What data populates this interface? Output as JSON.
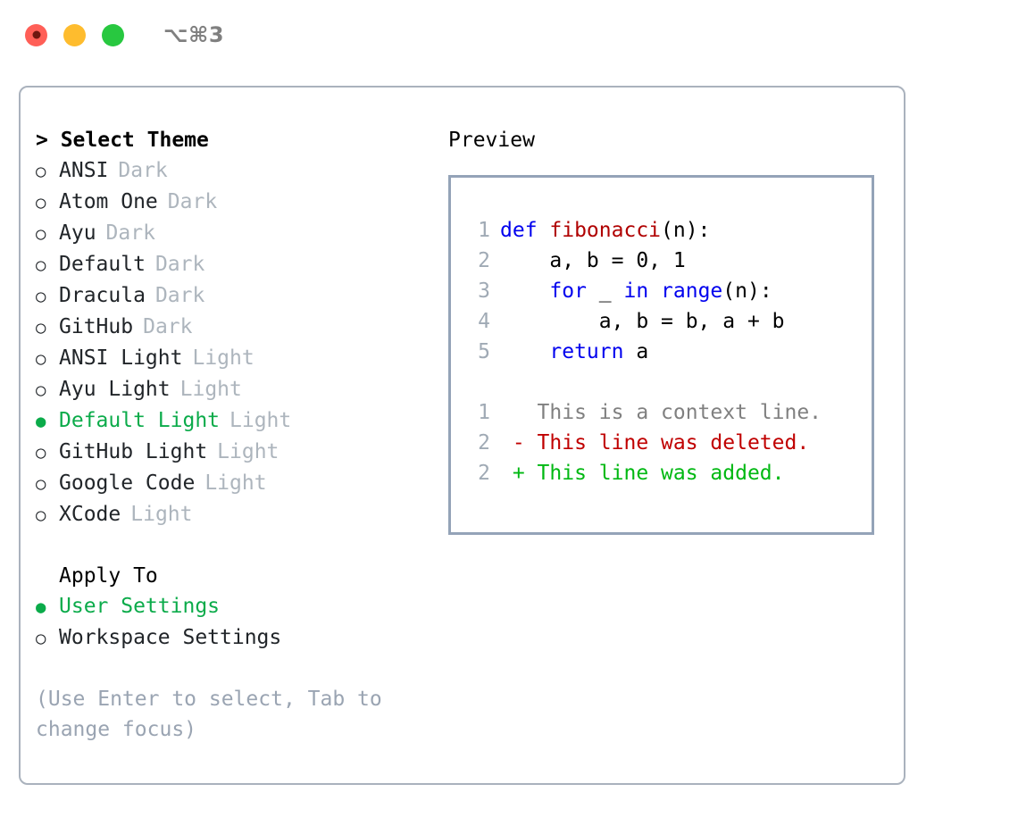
{
  "titlebar": {
    "shortcut": "⌥⌘3",
    "dots": [
      {
        "name": "close",
        "color": "#ff5f57"
      },
      {
        "name": "minimize",
        "color": "#febc2e"
      },
      {
        "name": "maximize",
        "color": "#28c840"
      }
    ]
  },
  "theme_section": {
    "header": "> Select Theme",
    "items": [
      {
        "marker": "○",
        "name": "ANSI",
        "tag": "Dark",
        "selected": false
      },
      {
        "marker": "○",
        "name": "Atom One",
        "tag": "Dark",
        "selected": false
      },
      {
        "marker": "○",
        "name": "Ayu",
        "tag": "Dark",
        "selected": false
      },
      {
        "marker": "○",
        "name": "Default",
        "tag": "Dark",
        "selected": false
      },
      {
        "marker": "○",
        "name": "Dracula",
        "tag": "Dark",
        "selected": false
      },
      {
        "marker": "○",
        "name": "GitHub",
        "tag": "Dark",
        "selected": false
      },
      {
        "marker": "○",
        "name": "ANSI Light",
        "tag": "Light",
        "selected": false
      },
      {
        "marker": "○",
        "name": "Ayu Light",
        "tag": "Light",
        "selected": false
      },
      {
        "marker": "●",
        "name": "Default Light",
        "tag": "Light",
        "selected": true
      },
      {
        "marker": "○",
        "name": "GitHub Light",
        "tag": "Light",
        "selected": false
      },
      {
        "marker": "○",
        "name": "Google Code",
        "tag": "Light",
        "selected": false
      },
      {
        "marker": "○",
        "name": "XCode",
        "tag": "Light",
        "selected": false
      }
    ]
  },
  "apply_section": {
    "header": "Apply To",
    "items": [
      {
        "marker": "●",
        "name": "User Settings",
        "selected": true
      },
      {
        "marker": "○",
        "name": "Workspace Settings",
        "selected": false
      }
    ]
  },
  "hint": "(Use Enter to select, Tab to change focus)",
  "preview": {
    "title": "Preview",
    "code_lines": [
      {
        "no": "1",
        "segments": [
          {
            "t": "def ",
            "c": "kw"
          },
          {
            "t": "fibonacci",
            "c": "fn"
          },
          {
            "t": "(n):",
            "c": ""
          }
        ]
      },
      {
        "no": "2",
        "segments": [
          {
            "t": "    a, b = 0, 1",
            "c": ""
          }
        ]
      },
      {
        "no": "3",
        "segments": [
          {
            "t": "    ",
            "c": ""
          },
          {
            "t": "for",
            "c": "kw"
          },
          {
            "t": " _ ",
            "c": ""
          },
          {
            "t": "in",
            "c": "kw"
          },
          {
            "t": " ",
            "c": ""
          },
          {
            "t": "range",
            "c": "kw"
          },
          {
            "t": "(n):",
            "c": ""
          }
        ]
      },
      {
        "no": "4",
        "segments": [
          {
            "t": "        a, b = b, a + b",
            "c": ""
          }
        ]
      },
      {
        "no": "5",
        "segments": [
          {
            "t": "    ",
            "c": ""
          },
          {
            "t": "return",
            "c": "kw"
          },
          {
            "t": " a",
            "c": ""
          }
        ]
      }
    ],
    "diff_lines": [
      {
        "no": "1",
        "text": "   This is a context line.",
        "kind": "ctx"
      },
      {
        "no": "2",
        "text": " - This line was deleted.",
        "kind": "del"
      },
      {
        "no": "2",
        "text": " + This line was added.",
        "kind": "add"
      }
    ]
  },
  "colors": {
    "selection_green": "#0bab4a",
    "added_green": "#00b812",
    "deleted_red": "#c00000",
    "keyword_blue": "#0000ee",
    "function_red": "#b00000",
    "muted_gray": "#adb5bd",
    "border": "#aab2bd",
    "preview_border": "#94a3b8"
  }
}
